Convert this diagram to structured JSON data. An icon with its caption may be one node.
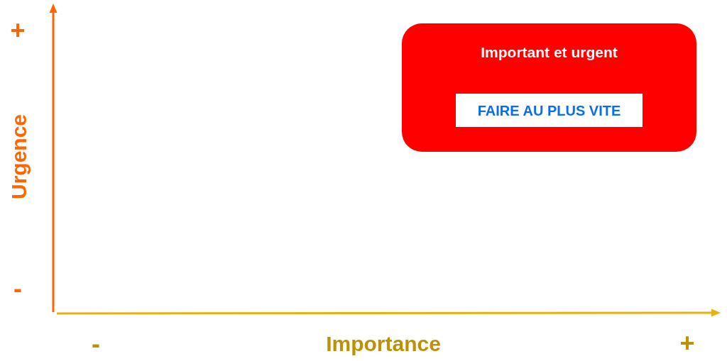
{
  "diagram": {
    "nodes": [
      {
        "text": [
          "Important et urgent"
        ]
      },
      {
        "text": [
          "FAIRE AU PLUS VITE"
        ],
        "in": 0
      }
    ],
    "labels": [
      "+",
      "Urgence",
      "-",
      "-",
      "Importance",
      "+"
    ]
  }
}
